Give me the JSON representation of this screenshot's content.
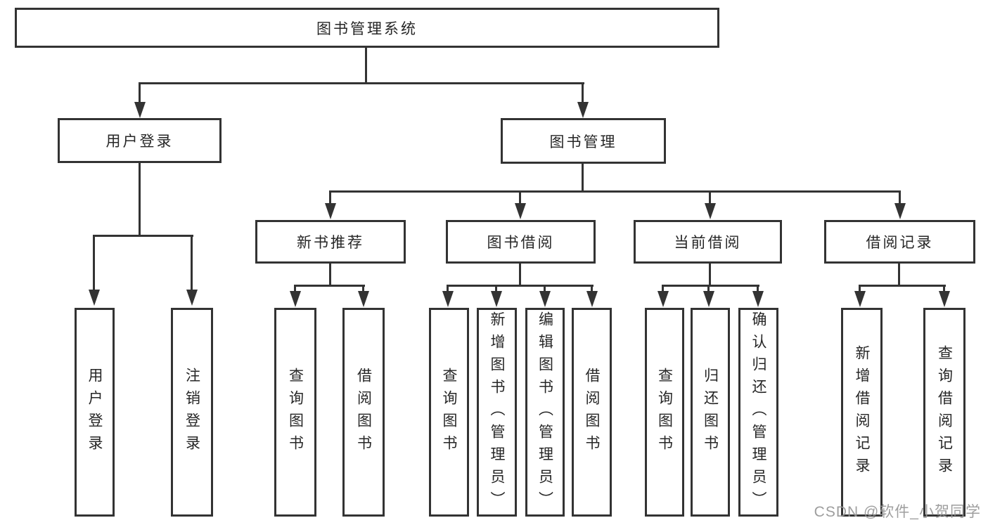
{
  "diagram_title": "图书管理系统",
  "tree": {
    "root": "图书管理系统",
    "children": [
      {
        "label": "用户登录",
        "children": [
          "用户登录",
          "注销登录"
        ]
      },
      {
        "label": "图书管理",
        "children": [
          {
            "label": "新书推荐",
            "children": [
              "查询图书",
              "借阅图书"
            ]
          },
          {
            "label": "图书借阅",
            "children": [
              "查询图书",
              "新增图书（管理员）",
              "编辑图书（管理员）",
              "借阅图书"
            ]
          },
          {
            "label": "当前借阅",
            "children": [
              "查询图书",
              "归还图书",
              "确认归还（管理员）"
            ]
          },
          {
            "label": "借阅记录",
            "children": [
              "新增借阅记录",
              "查询借阅记录"
            ]
          }
        ]
      }
    ]
  },
  "watermark": {
    "text": "CSDN @软件_小贺同学"
  },
  "colors": {
    "line": "#333333",
    "box_border": "#333333",
    "text": "#262626",
    "background": "#ffffff",
    "watermark": "#969696"
  }
}
